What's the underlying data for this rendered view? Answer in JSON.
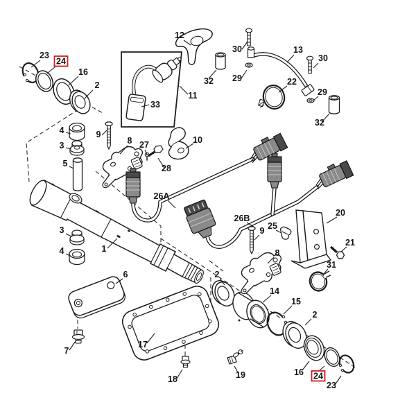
{
  "diagram": {
    "type": "exploded-parts-diagram",
    "background_color": "#ffffff",
    "line_color": "#1d1d1d",
    "highlight_color": "#cf1d1d",
    "highlighted_callouts": [
      "24"
    ],
    "callout_numbers": [
      "1",
      "2",
      "3",
      "4",
      "5",
      "6",
      "7",
      "8",
      "9",
      "10",
      "11",
      "12",
      "13",
      "14",
      "15",
      "16",
      "17",
      "18",
      "19",
      "20",
      "21",
      "22",
      "23",
      "24",
      "25",
      "26A",
      "26B",
      "27",
      "28",
      "29",
      "30",
      "31",
      "32",
      "33"
    ],
    "labels": [
      {
        "text": "23"
      },
      {
        "text": "24"
      },
      {
        "text": "16"
      },
      {
        "text": "2"
      },
      {
        "text": "12"
      },
      {
        "text": "11"
      },
      {
        "text": "33"
      },
      {
        "text": "32"
      },
      {
        "text": "30"
      },
      {
        "text": "13"
      },
      {
        "text": "30"
      },
      {
        "text": "29"
      },
      {
        "text": "22"
      },
      {
        "text": "29"
      },
      {
        "text": "32"
      },
      {
        "text": "4"
      },
      {
        "text": "3"
      },
      {
        "text": "5"
      },
      {
        "text": "9"
      },
      {
        "text": "8"
      },
      {
        "text": "27"
      },
      {
        "text": "28"
      },
      {
        "text": "10"
      },
      {
        "text": "26A"
      },
      {
        "text": "1"
      },
      {
        "text": "3"
      },
      {
        "text": "4"
      },
      {
        "text": "6"
      },
      {
        "text": "7"
      },
      {
        "text": "17"
      },
      {
        "text": "18"
      },
      {
        "text": "19"
      },
      {
        "text": "2"
      },
      {
        "text": "14"
      },
      {
        "text": "15"
      },
      {
        "text": "2"
      },
      {
        "text": "16"
      },
      {
        "text": "24"
      },
      {
        "text": "23"
      },
      {
        "text": "20"
      },
      {
        "text": "21"
      },
      {
        "text": "31"
      },
      {
        "text": "25"
      },
      {
        "text": "26B"
      },
      {
        "text": "9"
      },
      {
        "text": "8"
      }
    ]
  }
}
